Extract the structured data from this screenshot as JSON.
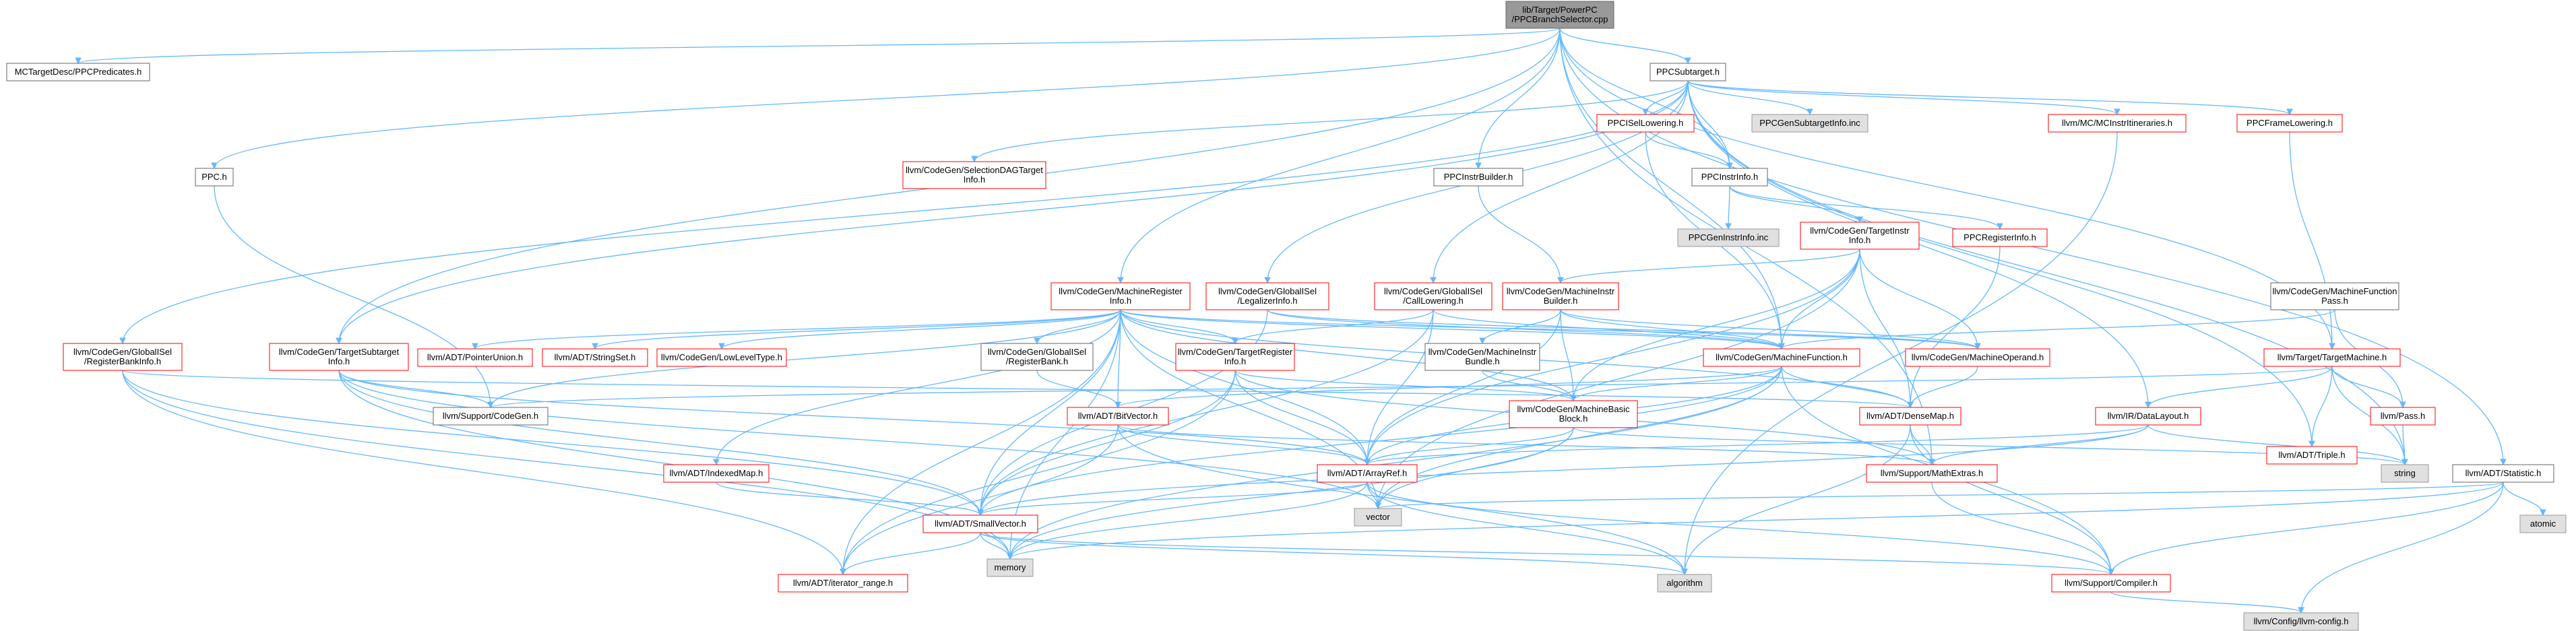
{
  "colors": {
    "root_fill": "#999999",
    "root_border": "#666666",
    "external_fill": "#e0e0e0",
    "external_border": "#999999",
    "node_fill": "#ffffff",
    "linked_border": "#ff0000",
    "plain_border": "#666666",
    "edge": "#63b8ff",
    "text": "#000000"
  },
  "graph": {
    "root": "root",
    "nodes": [
      {
        "id": "root",
        "type": "root",
        "lines": [
          "lib/Target/PowerPC",
          "/PPCBranchSelector.cpp"
        ]
      },
      {
        "id": "mctarget",
        "type": "plain",
        "lines": [
          "MCTargetDesc/PPCPredicates.h"
        ]
      },
      {
        "id": "ppcsub",
        "type": "plain",
        "lines": [
          "PPCSubtarget.h"
        ]
      },
      {
        "id": "ppch",
        "type": "plain",
        "lines": [
          "PPC.h"
        ]
      },
      {
        "id": "selection",
        "type": "linked",
        "lines": [
          "llvm/CodeGen/SelectionDAGTarget",
          "Info.h"
        ]
      },
      {
        "id": "ppcisel",
        "type": "linked",
        "lines": [
          "PPCISelLowering.h"
        ]
      },
      {
        "id": "ppcgensub",
        "type": "external",
        "lines": [
          "PPCGenSubtargetInfo.inc"
        ]
      },
      {
        "id": "mcinstr",
        "type": "linked",
        "lines": [
          "llvm/MC/MCInstrItineraries.h"
        ]
      },
      {
        "id": "ppcframe",
        "type": "linked",
        "lines": [
          "PPCFrameLowering.h"
        ]
      },
      {
        "id": "ppcinstrbuilder",
        "type": "plain",
        "lines": [
          "PPCInstrBuilder.h"
        ]
      },
      {
        "id": "ppcinstrinfo",
        "type": "plain",
        "lines": [
          "PPCInstrInfo.h"
        ]
      },
      {
        "id": "ppcgeninstr",
        "type": "external",
        "lines": [
          "PPCGenInstrInfo.inc"
        ]
      },
      {
        "id": "targetinstr",
        "type": "linked",
        "lines": [
          "llvm/CodeGen/TargetInstr",
          "Info.h"
        ]
      },
      {
        "id": "ppcreg",
        "type": "linked",
        "lines": [
          "PPCRegisterInfo.h"
        ]
      },
      {
        "id": "mfpass",
        "type": "plain",
        "lines": [
          "llvm/CodeGen/MachineFunction",
          "Pass.h"
        ]
      },
      {
        "id": "regbankinfo",
        "type": "linked",
        "lines": [
          "llvm/CodeGen/GlobalISel",
          "/RegisterBankInfo.h"
        ]
      },
      {
        "id": "targetsub",
        "type": "linked",
        "lines": [
          "llvm/CodeGen/TargetSubtarget",
          "Info.h"
        ]
      },
      {
        "id": "mri",
        "type": "linked",
        "lines": [
          "llvm/CodeGen/MachineRegister",
          "Info.h"
        ]
      },
      {
        "id": "legalizer",
        "type": "linked",
        "lines": [
          "llvm/CodeGen/GlobalISel",
          "/LegalizerInfo.h"
        ]
      },
      {
        "id": "calllowering",
        "type": "linked",
        "lines": [
          "llvm/CodeGen/GlobalISel",
          "/CallLowering.h"
        ]
      },
      {
        "id": "mibuilder",
        "type": "linked",
        "lines": [
          "llvm/CodeGen/MachineInstr",
          "Builder.h"
        ]
      },
      {
        "id": "pointerunion",
        "type": "linked",
        "lines": [
          "llvm/ADT/PointerUnion.h"
        ]
      },
      {
        "id": "stringset",
        "type": "linked",
        "lines": [
          "llvm/ADT/StringSet.h"
        ]
      },
      {
        "id": "lowlevel",
        "type": "linked",
        "lines": [
          "llvm/CodeGen/LowLevelType.h"
        ]
      },
      {
        "id": "regbank",
        "type": "plain",
        "lines": [
          "llvm/CodeGen/GlobalISel",
          "/RegisterBank.h"
        ]
      },
      {
        "id": "targetreg",
        "type": "linked",
        "lines": [
          "llvm/CodeGen/TargetRegister",
          "Info.h"
        ]
      },
      {
        "id": "mibundle",
        "type": "plain",
        "lines": [
          "llvm/CodeGen/MachineInstr",
          "Bundle.h"
        ]
      },
      {
        "id": "mf",
        "type": "linked",
        "lines": [
          "llvm/CodeGen/MachineFunction.h"
        ]
      },
      {
        "id": "mo",
        "type": "linked",
        "lines": [
          "llvm/CodeGen/MachineOperand.h"
        ]
      },
      {
        "id": "targetmachine",
        "type": "linked",
        "lines": [
          "llvm/Target/TargetMachine.h"
        ]
      },
      {
        "id": "supportcodegen",
        "type": "plain",
        "lines": [
          "llvm/Support/CodeGen.h"
        ]
      },
      {
        "id": "bitvector",
        "type": "linked",
        "lines": [
          "llvm/ADT/BitVector.h"
        ]
      },
      {
        "id": "mbb",
        "type": "linked",
        "lines": [
          "llvm/CodeGen/MachineBasic",
          "Block.h"
        ]
      },
      {
        "id": "densemap",
        "type": "linked",
        "lines": [
          "llvm/ADT/DenseMap.h"
        ]
      },
      {
        "id": "datalayout",
        "type": "linked",
        "lines": [
          "llvm/IR/DataLayout.h"
        ]
      },
      {
        "id": "triple",
        "type": "linked",
        "lines": [
          "llvm/ADT/Triple.h"
        ]
      },
      {
        "id": "pass",
        "type": "linked",
        "lines": [
          "llvm/Pass.h"
        ]
      },
      {
        "id": "string",
        "type": "external",
        "lines": [
          "string"
        ]
      },
      {
        "id": "statistic",
        "type": "plain",
        "lines": [
          "llvm/ADT/Statistic.h"
        ]
      },
      {
        "id": "atomic",
        "type": "external",
        "lines": [
          "atomic"
        ]
      },
      {
        "id": "indexedmap",
        "type": "linked",
        "lines": [
          "llvm/ADT/IndexedMap.h"
        ]
      },
      {
        "id": "arrayref",
        "type": "linked",
        "lines": [
          "llvm/ADT/ArrayRef.h"
        ]
      },
      {
        "id": "mathextras",
        "type": "linked",
        "lines": [
          "llvm/Support/MathExtras.h"
        ]
      },
      {
        "id": "smallvector",
        "type": "linked",
        "lines": [
          "llvm/ADT/SmallVector.h"
        ]
      },
      {
        "id": "vector",
        "type": "external",
        "lines": [
          "vector"
        ]
      },
      {
        "id": "memory",
        "type": "external",
        "lines": [
          "memory"
        ]
      },
      {
        "id": "iterrange",
        "type": "linked",
        "lines": [
          "llvm/ADT/iterator_range.h"
        ]
      },
      {
        "id": "algorithm",
        "type": "external",
        "lines": [
          "algorithm"
        ]
      },
      {
        "id": "compiler",
        "type": "linked",
        "lines": [
          "llvm/Support/Compiler.h"
        ]
      },
      {
        "id": "config",
        "type": "external",
        "lines": [
          "llvm/Config/llvm-config.h"
        ]
      }
    ],
    "edges": [
      [
        "root",
        "mctarget"
      ],
      [
        "root",
        "ppcsub"
      ],
      [
        "root",
        "ppch"
      ],
      [
        "root",
        "ppcinstrbuilder"
      ],
      [
        "root",
        "ppcinstrinfo"
      ],
      [
        "root",
        "targetsub"
      ],
      [
        "root",
        "mri"
      ],
      [
        "root",
        "mf"
      ],
      [
        "root",
        "targetmachine"
      ],
      [
        "root",
        "statistic"
      ],
      [
        "root",
        "mathextras"
      ],
      [
        "ppcsub",
        "ppcisel"
      ],
      [
        "ppcsub",
        "ppcgensub"
      ],
      [
        "ppcsub",
        "mcinstr"
      ],
      [
        "ppcsub",
        "ppcframe"
      ],
      [
        "ppcsub",
        "ppcinstrinfo"
      ],
      [
        "ppcsub",
        "selection"
      ],
      [
        "ppcsub",
        "regbankinfo"
      ],
      [
        "ppcsub",
        "targetsub"
      ],
      [
        "ppcsub",
        "legalizer"
      ],
      [
        "ppcsub",
        "calllowering"
      ],
      [
        "ppcsub",
        "datalayout"
      ],
      [
        "ppcsub",
        "triple"
      ],
      [
        "ppcsub",
        "string"
      ],
      [
        "ppch",
        "supportcodegen"
      ],
      [
        "ppcisel",
        "ppcinstrinfo"
      ],
      [
        "ppcisel",
        "mf"
      ],
      [
        "mcinstr",
        "algorithm"
      ],
      [
        "ppcframe",
        "targetmachine"
      ],
      [
        "ppcinstrbuilder",
        "mibuilder"
      ],
      [
        "ppcinstrinfo",
        "ppcgeninstr"
      ],
      [
        "ppcinstrinfo",
        "targetinstr"
      ],
      [
        "ppcinstrinfo",
        "ppcreg"
      ],
      [
        "targetinstr",
        "mibuilder"
      ],
      [
        "targetinstr",
        "mf"
      ],
      [
        "targetinstr",
        "mo"
      ],
      [
        "targetinstr",
        "mbb"
      ],
      [
        "targetinstr",
        "densemap"
      ],
      [
        "targetinstr",
        "arrayref"
      ],
      [
        "targetinstr",
        "vector"
      ],
      [
        "ppcreg",
        "densemap"
      ],
      [
        "mfpass",
        "mf"
      ],
      [
        "mfpass",
        "pass"
      ],
      [
        "regbankinfo",
        "smallvector"
      ],
      [
        "regbankinfo",
        "iterrange"
      ],
      [
        "regbankinfo",
        "memory"
      ],
      [
        "regbankinfo",
        "densemap"
      ],
      [
        "targetsub",
        "supportcodegen"
      ],
      [
        "targetsub",
        "arrayref"
      ],
      [
        "targetsub",
        "smallvector"
      ],
      [
        "targetsub",
        "vector"
      ],
      [
        "targetsub",
        "memory"
      ],
      [
        "mri",
        "pointerunion"
      ],
      [
        "mri",
        "stringset"
      ],
      [
        "mri",
        "lowlevel"
      ],
      [
        "mri",
        "regbank"
      ],
      [
        "mri",
        "targetreg"
      ],
      [
        "mri",
        "mf"
      ],
      [
        "mri",
        "mo"
      ],
      [
        "mri",
        "mbb"
      ],
      [
        "mri",
        "bitvector"
      ],
      [
        "mri",
        "indexedmap"
      ],
      [
        "mri",
        "arrayref"
      ],
      [
        "mri",
        "smallvector"
      ],
      [
        "mri",
        "iterrange"
      ],
      [
        "mri",
        "memory"
      ],
      [
        "mri",
        "vector"
      ],
      [
        "mri",
        "densemap"
      ],
      [
        "mri",
        "supportcodegen"
      ],
      [
        "legalizer",
        "mf"
      ],
      [
        "legalizer",
        "mo"
      ],
      [
        "legalizer",
        "smallvector"
      ],
      [
        "calllowering",
        "mf"
      ],
      [
        "calllowering",
        "targetreg"
      ],
      [
        "calllowering",
        "arrayref"
      ],
      [
        "calllowering",
        "smallvector"
      ],
      [
        "mibuilder",
        "mibundle"
      ],
      [
        "mibuilder",
        "mf"
      ],
      [
        "mibuilder",
        "mbb"
      ],
      [
        "mibuilder",
        "mo"
      ],
      [
        "mibuilder",
        "arrayref"
      ],
      [
        "regbank",
        "bitvector"
      ],
      [
        "targetreg",
        "mbb"
      ],
      [
        "targetreg",
        "arrayref"
      ],
      [
        "targetreg",
        "smallvector"
      ],
      [
        "targetreg",
        "mathextras"
      ],
      [
        "targetreg",
        "iterrange"
      ],
      [
        "mibundle",
        "mbb"
      ],
      [
        "mf",
        "mbb"
      ],
      [
        "mf",
        "densemap"
      ],
      [
        "mf",
        "arrayref"
      ],
      [
        "mf",
        "smallvector"
      ],
      [
        "mf",
        "bitvector"
      ],
      [
        "mf",
        "compiler"
      ],
      [
        "mf",
        "memory"
      ],
      [
        "mf",
        "vector"
      ],
      [
        "mo",
        "densemap"
      ],
      [
        "targetmachine",
        "datalayout"
      ],
      [
        "targetmachine",
        "triple"
      ],
      [
        "targetmachine",
        "pass"
      ],
      [
        "targetmachine",
        "string"
      ],
      [
        "targetmachine",
        "supportcodegen"
      ],
      [
        "bitvector",
        "arrayref"
      ],
      [
        "bitvector",
        "mathextras"
      ],
      [
        "bitvector",
        "iterrange"
      ],
      [
        "bitvector",
        "algorithm"
      ],
      [
        "mbb",
        "arrayref"
      ],
      [
        "mbb",
        "vector"
      ],
      [
        "mbb",
        "memory"
      ],
      [
        "mbb",
        "string"
      ],
      [
        "densemap",
        "mathextras"
      ],
      [
        "densemap",
        "compiler"
      ],
      [
        "densemap",
        "algorithm"
      ],
      [
        "datalayout",
        "arrayref"
      ],
      [
        "datalayout",
        "mathextras"
      ],
      [
        "datalayout",
        "smallvector"
      ],
      [
        "datalayout",
        "string"
      ],
      [
        "pass",
        "string"
      ],
      [
        "statistic",
        "atomic"
      ],
      [
        "statistic",
        "compiler"
      ],
      [
        "statistic",
        "config"
      ],
      [
        "statistic",
        "memory"
      ],
      [
        "statistic",
        "vector"
      ],
      [
        "indexedmap",
        "smallvector"
      ],
      [
        "arrayref",
        "smallvector"
      ],
      [
        "arrayref",
        "compiler"
      ],
      [
        "arrayref",
        "memory"
      ],
      [
        "arrayref",
        "vector"
      ],
      [
        "arrayref",
        "algorithm"
      ],
      [
        "mathextras",
        "compiler"
      ],
      [
        "smallvector",
        "compiler"
      ],
      [
        "smallvector",
        "memory"
      ],
      [
        "smallvector",
        "iterrange"
      ],
      [
        "smallvector",
        "algorithm"
      ],
      [
        "compiler",
        "config"
      ]
    ]
  }
}
